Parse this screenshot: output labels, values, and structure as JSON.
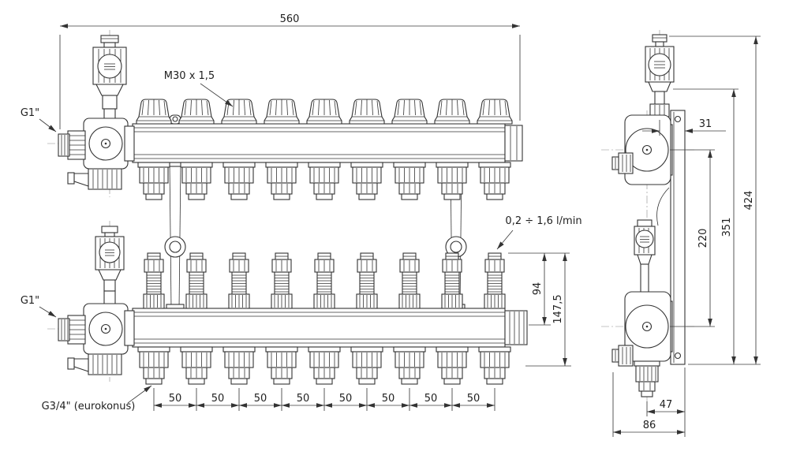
{
  "page": {
    "background_color": "#ffffff",
    "line_color": "#333333",
    "description": "Technical dimension drawing of a 9-circuit heating manifold, front view and side view"
  },
  "front_view": {
    "dim_overall_width": "560",
    "valve_thread_label": "M30 x 1,5",
    "supply_connection_label": "G1\"",
    "return_connection_label": "G1\"",
    "flow_range_label": "0,2 ÷ 1,6 l/min",
    "dim_flowmeter_height": "94",
    "dim_section_height": "147,5",
    "dim_outlet_pitch": [
      "50",
      "50",
      "50",
      "50",
      "50",
      "50",
      "50",
      "50"
    ],
    "outlet_thread_label": "G3/4\" (eurokonus)"
  },
  "side_view": {
    "dim_vent_to_wall": "31",
    "dim_axis_spacing": "220",
    "dim_body_height": "351",
    "dim_overall_height": "424",
    "dim_axis_to_wall": "47",
    "dim_overall_depth": "86"
  }
}
